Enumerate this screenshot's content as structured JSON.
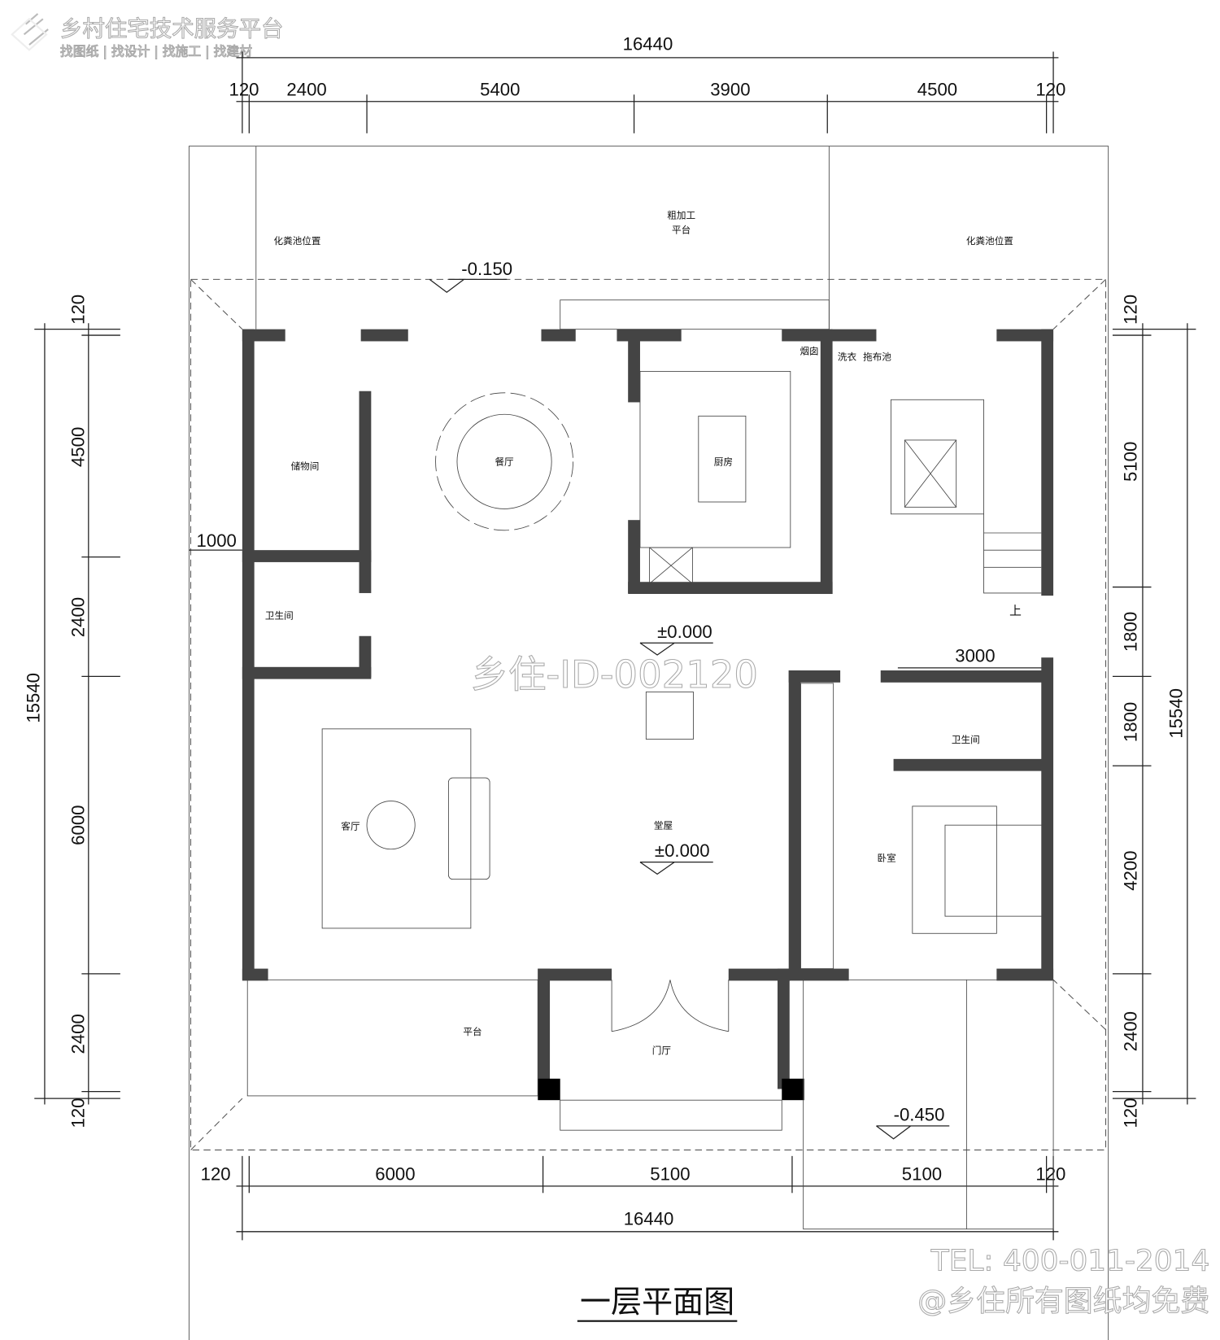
{
  "branding": {
    "logo_title": "乡村住宅技术服务平台",
    "logo_slogan": "找图纸 | 找设计 | 找施工 | 找建材",
    "watermark": "乡住-ID-002120",
    "tel": "TEL: 400-011-2014",
    "free_notice": "@乡住所有图纸均免费"
  },
  "title": "一层平面图",
  "dimensions": {
    "top_total": "16440",
    "top": [
      "120",
      "2400",
      "5400",
      "3900",
      "4500",
      "120"
    ],
    "bottom": [
      "120",
      "6000",
      "5100",
      "5100",
      "120"
    ],
    "bottom_total": "16440",
    "left": [
      "120",
      "4500",
      "2400",
      "6000",
      "2400",
      "120"
    ],
    "left_total": "15540",
    "right": [
      "120",
      "5100",
      "1800",
      "1800",
      "4200",
      "2400",
      "120"
    ],
    "right_total": "15540",
    "eave_offset": "1000",
    "bath_width": "3000"
  },
  "elevations": {
    "site_top": "-0.150",
    "hall_corridor": "±0.000",
    "main_hall": "±0.000",
    "site_bottom": "-0.450"
  },
  "rooms": {
    "septic_left": "化粪池位置",
    "rough_work_1": "粗加工",
    "rough_work_2": "平台",
    "septic_right": "化粪池位置",
    "storage": "储物间",
    "dining": "餐厅",
    "kitchen": "厨房",
    "chimney": "烟囱",
    "laundry": "洗衣",
    "mop_sink": "拖布池",
    "bathroom_left": "卫生间",
    "bathroom_right": "卫生间",
    "living": "客厅",
    "main_hall": "堂屋",
    "bedroom": "卧室",
    "terrace": "平台",
    "entry": "门厅",
    "stair_up": "上"
  }
}
